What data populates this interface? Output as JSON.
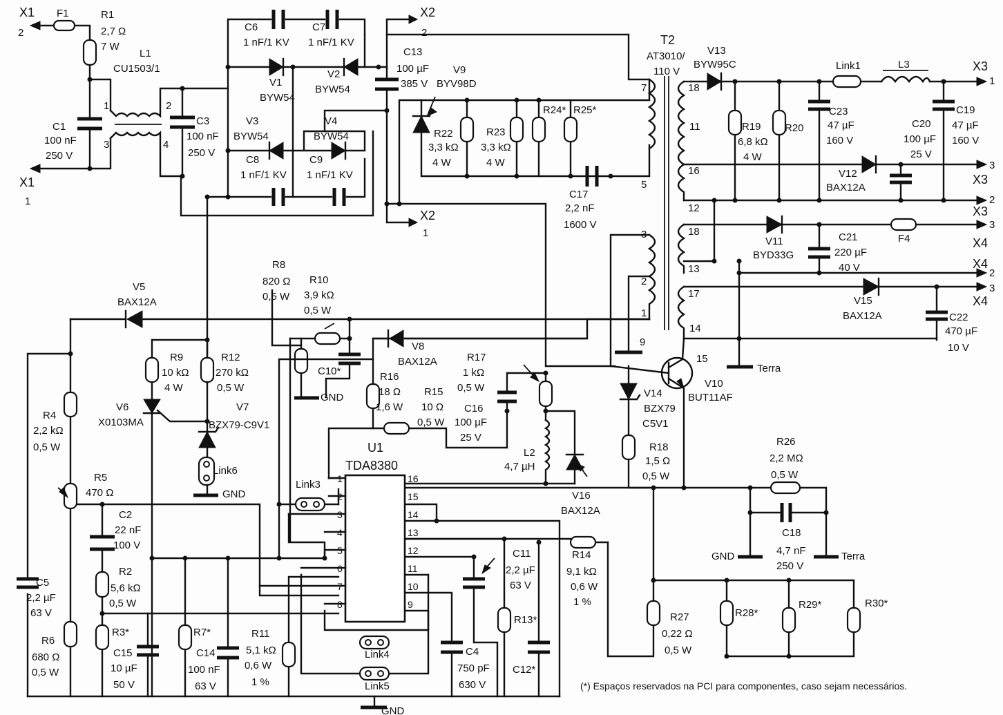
{
  "labels": {
    "x1_top": "X1",
    "x1_top_pin": "2",
    "x1_bot": "X1",
    "x1_bot_pin": "1",
    "f1": "F1",
    "r1": "R1",
    "r1_v": "2,7 Ω",
    "r1_p": "7 W",
    "l1": "L1",
    "l1_v": "CU1503/1",
    "c1": "C1",
    "c1_v": "100 nF",
    "c1_u": "250 V",
    "l1_p1": "1",
    "l1_p2": "2",
    "l1_p3": "3",
    "l1_p4": "4",
    "c3": "C3",
    "c3_v": "100 nF",
    "c3_u": "250 V",
    "c6": "C6",
    "c6_v": "1 nF/1 KV",
    "c7": "C7",
    "c7_v": "1 nF/1 KV",
    "v1": "V1",
    "v1_v": "BYW54",
    "v2": "V2",
    "v2_v": "BYW54",
    "v3": "V3",
    "v3_v": "BYW54",
    "v4": "V4",
    "v4_v": "BYW54",
    "c8": "C8",
    "c8_v": "1 nF/1 KV",
    "c9": "C9",
    "c9_v": "1 nF/1 KV",
    "x2_top": "X2",
    "x2_top_pin": "2",
    "x2_bot": "X2",
    "x2_bot_pin": "1",
    "c13": "C13",
    "c13_v": "100 µF",
    "c13_u": "385 V",
    "v9": "V9",
    "v9_v": "BYV98D",
    "r22": "R22",
    "r22_v": "3,3 kΩ",
    "r22_p": "4 W",
    "r23": "R23",
    "r23_v": "3,3 kΩ",
    "r23_p": "4 W",
    "r24": "R24*",
    "r25": "R25*",
    "c17": "C17",
    "c17_v": "2,2 nF",
    "c17_u": "1600 V",
    "t2": "T2",
    "t2_v": "AT3010/",
    "t2_u": "110 V",
    "t_p7": "7",
    "t_p5": "5",
    "t_p3": "3",
    "t_p2": "2",
    "t_p1": "1",
    "t_p9": "9",
    "t_p18a": "18",
    "t_p11": "11",
    "t_p16": "16",
    "t_p12": "12",
    "t_p18b": "18",
    "t_p13": "13",
    "t_p17": "17",
    "t_p14": "14",
    "t_p15": "15",
    "v13": "V13",
    "v13_v": "BYW95C",
    "r19": "R19",
    "r19_v": "6,8 kΩ",
    "r19_p": "4 W",
    "r20": "R20",
    "link1": "Link1",
    "l3": "L3",
    "c23": "C23",
    "c23_v": "47 µF",
    "c23_u": "160 V",
    "c20": "C20",
    "c20_v": "100 µF",
    "c20_u": "25 V",
    "c19": "C19",
    "c19_v": "47 µF",
    "c19_u": "160 V",
    "x3a": "X3",
    "x3a_pin": "1",
    "x3b": "X3",
    "x3b_pin": "3",
    "x3c": "X3",
    "x3c_pin": "2",
    "v12": "V12",
    "v12_v": "BAX12A",
    "v11": "V11",
    "v11_v": "BYD33G",
    "c21": "C21",
    "c21_v": "220 µF",
    "c21_u": "40 V",
    "f4": "F4",
    "x4a": "X4",
    "x4a_pin": "3",
    "x4b": "X4",
    "x4b_pin": "2",
    "x4c": "X4",
    "x4c_pin": "3",
    "v15": "V15",
    "v15_v": "BAX12A",
    "c22": "C22",
    "c22_v": "470 µF",
    "c22_u": "10 V",
    "terra1": "Terra",
    "terra2": "Terra",
    "v10": "V10",
    "v10_v": "BUT11AF",
    "v14": "V14",
    "v14_v": "BZX79",
    "v14_u": "C5V1",
    "r18": "R18",
    "r18_v": "1,5 Ω",
    "r18_p": "0,5 W",
    "r26": "R26",
    "r26_v": "2,2 MΩ",
    "r26_p": "0,5 W",
    "c18": "C18",
    "c18_v": "4,7 nF",
    "c18_u": "250 V",
    "r27": "R27",
    "r27_v": "0,22 Ω",
    "r27_p": "0,5 W",
    "r28": "R28*",
    "r29": "R29*",
    "r30": "R30*",
    "v5": "V5",
    "v5_v": "BAX12A",
    "r8": "R8",
    "r8_v": "820 Ω",
    "r8_p": "0,5 W",
    "r10": "R10",
    "r10_v": "3,9 kΩ",
    "r10_p": "0,5 W",
    "c10": "C10*",
    "v8": "V8",
    "v8_v": "BAX12A",
    "r9": "R9",
    "r9_v": "10 kΩ",
    "r9_p": "4 W",
    "r12": "R12",
    "r12_v": "270 kΩ",
    "r12_p": "0,5 W",
    "v7": "V7",
    "v7_v": "BZX79-C9V1",
    "v6": "V6",
    "v6_v": "X0103MA",
    "link6": "Link6",
    "r16": "R16",
    "r16_v": "18 Ω",
    "r16_p": "1,6 W",
    "r15": "R15",
    "r15_v": "10 Ω",
    "r15_p": "0,5 W",
    "r17": "R17",
    "r17_v": "1 kΩ",
    "r17_p": "0,5 W",
    "c16": "C16",
    "c16_v": "100 µF",
    "c16_u": "25 V",
    "l2": "L2",
    "l2_v": "4,7 µH",
    "v16": "V16",
    "v16_v": "BAX12A",
    "u1": "U1",
    "u1_v": "TDA8380",
    "link3": "Link3",
    "link4": "Link4",
    "link5": "Link5",
    "r4": "R4",
    "r4_v": "2,2 kΩ",
    "r4_p": "0,5 W",
    "r5": "R5",
    "r5_v": "470 Ω",
    "c2": "C2",
    "c2_v": "22 nF",
    "c2_u": "100 V",
    "r2": "R2",
    "r2_v": "5,6 kΩ",
    "r2_p": "0,5 W",
    "c5": "C5",
    "c5_v": "2,2 µF",
    "c5_u": "63 V",
    "r3": "R3*",
    "r7": "R7*",
    "c15": "C15",
    "c15_v": "10 µF",
    "c15_u": "50 V",
    "c14": "C14",
    "c14_v": "100 nF",
    "c14_u": "63 V",
    "r6": "R6",
    "r6_v": "680 Ω",
    "r6_p": "0,5 W",
    "r11": "R11",
    "r11_v": "5,1 kΩ",
    "r11_p": "0,6 W",
    "r11_t": "1 %",
    "c11": "C11",
    "c11_v": "2,2 µF",
    "c11_u": "63 V",
    "r13": "R13*",
    "c12": "C12*",
    "c4": "C4",
    "c4_v": "750 pF",
    "c4_u": "630 V",
    "r14": "R14",
    "r14_v": "9,1 kΩ",
    "r14_p": "0,6 W",
    "r14_t": "1 %",
    "gnd": "GND",
    "note": "(*) Espaços reservados na PCI para componentes, caso sejam necessários."
  },
  "ic_pins_left": [
    "1",
    "2",
    "3",
    "4",
    "5",
    "6",
    "7",
    "8"
  ],
  "ic_pins_right": [
    "16",
    "15",
    "14",
    "13",
    "12",
    "11",
    "10",
    "9"
  ]
}
